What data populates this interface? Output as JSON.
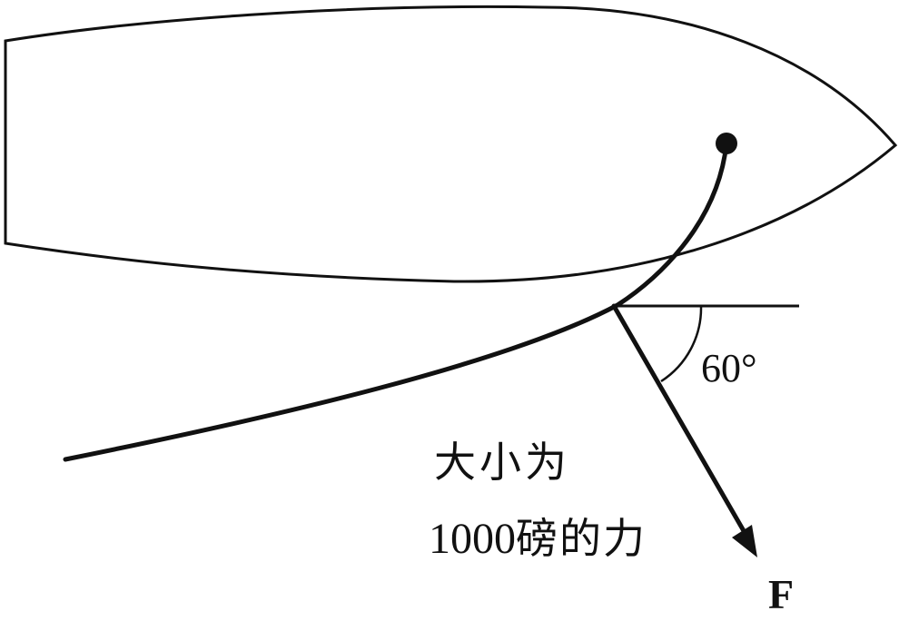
{
  "diagram": {
    "angle_label": "60°",
    "force_label": "F",
    "description_line1": "大小为",
    "description_line2_number": "1000",
    "description_line2_text": "磅的力"
  },
  "colors": {
    "ink": "#111111",
    "background": "#ffffff"
  }
}
